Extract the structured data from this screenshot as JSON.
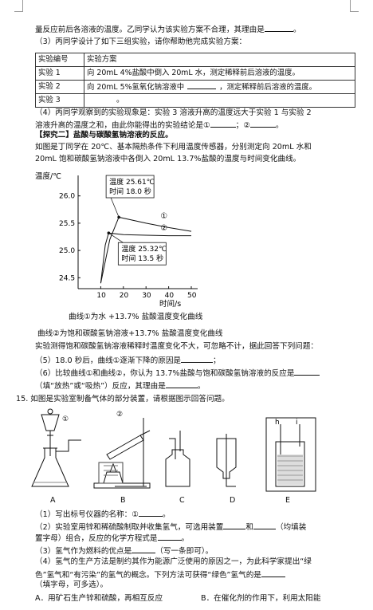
{
  "lines": {
    "l1": "量反应前后各溶液的温度。乙同学认为该实验方案不合理，其理由是",
    "l1_end": "。",
    "l2": "（3）丙同学设计了如下三组实验，请你帮助他完成实验方案：",
    "l4_1": "（4）丙同学观察到的实验现象是：实验 3 溶液升高的温度远大于实验 1 与实验 2",
    "l4_2": "溶液升高的温度之和，由此你能得出的实验结论是①",
    "l4_2b": "；②",
    "l4_2c": "。",
    "explore": "【探究二】盐酸与碳酸氢钠溶液的反应。",
    "ding1": "如图是丁同学在 20℃、基本隔热条件下利用温度传感器，分别测定向 20mL 水和",
    "ding2": "20mL 饱和碳酸氢钠溶液中各倒入 20mL 13.7%盐酸的温度与时间变化曲线。"
  },
  "table": {
    "headers": [
      "实验编号",
      "实验方案"
    ],
    "rows": [
      [
        "实验 1",
        "向 20mL 4%盐酸中倒入 20mL 水，测定稀释前后溶液的温度。"
      ],
      [
        "实验 2",
        "向 20mL 5%氢氧化钠溶液中",
        "，测定稀释前后溶液的温度。"
      ],
      [
        "实验 3",
        "。"
      ]
    ]
  },
  "chart_data": {
    "type": "line",
    "ylabel": "温度/℃",
    "xlabel": "时间/s",
    "xlim": [
      0,
      50
    ],
    "ylim": [
      24.3,
      26.2
    ],
    "xticks": [
      10,
      20,
      30,
      40,
      50
    ],
    "yticks": [
      24.5,
      25.0,
      25.5,
      26.0
    ],
    "xtick_labels": [
      "10",
      "20",
      "30",
      "40",
      "50"
    ],
    "ytick_labels": [
      "24.5",
      "25.0",
      "25.5",
      "26.0"
    ],
    "series": [
      {
        "name": "①",
        "x": [
          10,
          14,
          18,
          30,
          40,
          50
        ],
        "y": [
          24.4,
          25.2,
          25.61,
          25.5,
          25.42,
          25.35
        ]
      },
      {
        "name": "②",
        "x": [
          10,
          12,
          13.5,
          20,
          30,
          40,
          50
        ],
        "y": [
          24.4,
          25.1,
          25.32,
          25.29,
          25.28,
          25.27,
          25.27
        ]
      }
    ],
    "annotations": [
      {
        "text1": "温度 25.61℃",
        "text2": "时间 18.0 秒",
        "x": 18.0,
        "y": 25.61
      },
      {
        "text1": "温度 25.32℃",
        "text2": "时间 13.5 秒",
        "x": 13.5,
        "y": 25.32
      }
    ],
    "caption1": "曲线①为水 +13.7% 盐酸温度变化曲线",
    "caption2": "曲线②为饱和碳酸氢钠溶液+13.7% 盐酸温度变化曲线"
  },
  "after": {
    "a1": "实验测得饱和碳酸氢钠溶液稀释时温度变化不大，可忽略不计，据此回答下列问题：",
    "a2": "（5）18.0 秒后，曲线①逐渐下降的原因是",
    "a2_end": "；",
    "a3": "（6）比较曲线①和曲线②，你认为 13.7%盐酸与饱和碳酸氢钠溶液的反应是",
    "a4": "（填“放热”或“吸热”）反应，其理由是",
    "a4_end": "。"
  },
  "q15": {
    "title": "15.  如图是实验室制备气体的部分装置，请根据图示回答问题。",
    "apparatus_labels": [
      "A",
      "B",
      "C",
      "D",
      "E"
    ],
    "marks": [
      "①",
      "②",
      "h",
      "i"
    ],
    "s1": "（1）写出标号仪器的名称：①",
    "s1_end": "。",
    "s2": "（2）实验室用锌和稀硫酸制取并收集氢气，可选用装置",
    "s2_mid": "和",
    "s2_end": "（均填装",
    "s2b": "置字母）组合，反应的化学方程式是",
    "s2b_end": "。",
    "s3": "（3）氢气作为燃料的优点是",
    "s3_end": "（写一条即可）。",
    "s4": "（4）氢气的生产方法是制约其作为能源广泛使用的原因之一，为此科学家提出“绿",
    "s4b": "色”氢气和“有污染”的氢气的概念。下列方法可获得“绿色”氢气的是",
    "s4c": "（填字母，可多选）。",
    "optA": "A．用矿石生产锌和硫酸，再相互反应",
    "optB": "B．在催化剂的作用下，利用太阳能"
  }
}
